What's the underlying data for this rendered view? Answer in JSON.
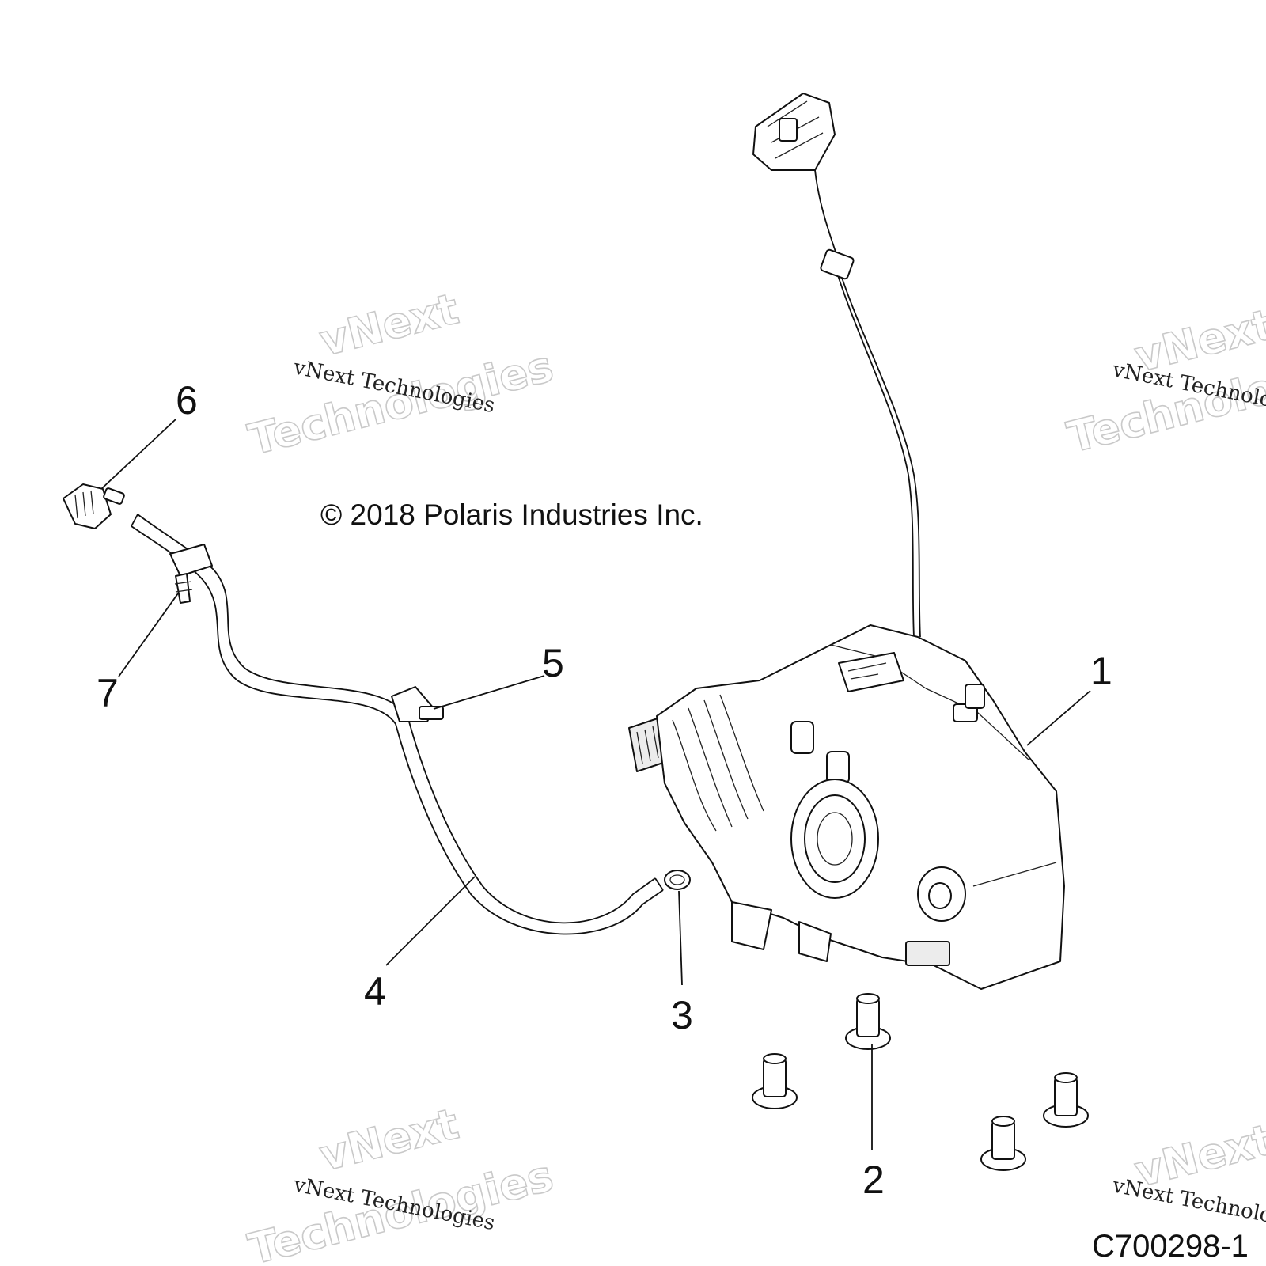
{
  "copyright": "© 2018 Polaris Industries Inc.",
  "figure_id": "C700298-1",
  "watermark": {
    "small": "vNext Technologies",
    "big_line1": "vNext",
    "big_line2": "Technologies"
  },
  "callouts": [
    "1",
    "2",
    "3",
    "4",
    "5",
    "6",
    "7"
  ],
  "icons": [
    "gearcase-icon",
    "connector-icon",
    "bolt-icon",
    "hose-icon",
    "clamp-icon",
    "fitting-icon",
    "push-clip-icon"
  ]
}
